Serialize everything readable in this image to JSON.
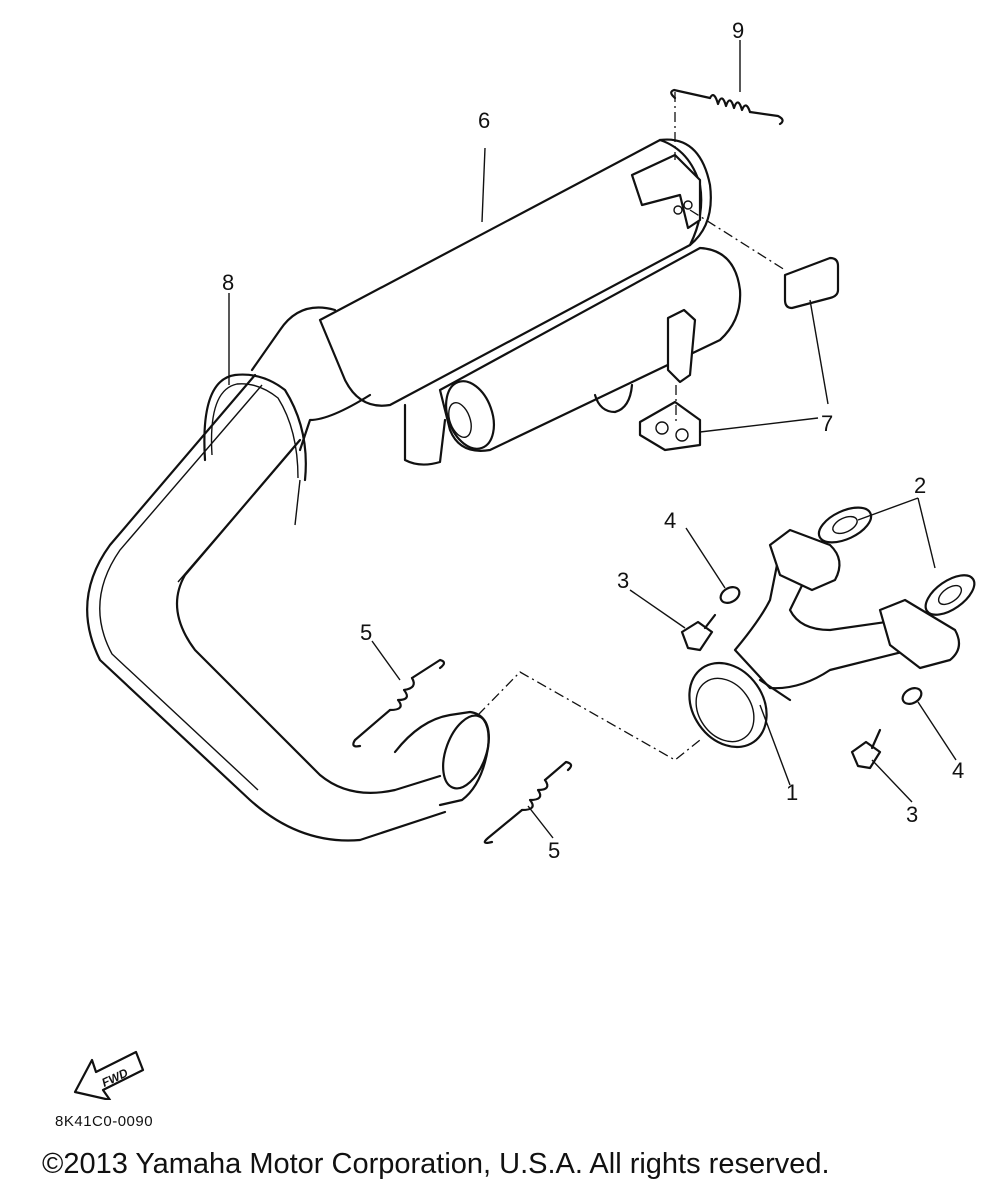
{
  "labels": {
    "p1": "1",
    "p2": "2",
    "p3a": "3",
    "p3b": "3",
    "p4a": "4",
    "p4b": "4",
    "p5a": "5",
    "p5b": "5",
    "p6": "6",
    "p7": "7",
    "p8": "8",
    "p9": "9"
  },
  "fwd_label": "FWD",
  "diagram_code": "8K41C0-0090",
  "copyright": "©2013 Yamaha Motor Corporation, U.S.A. All rights reserved."
}
